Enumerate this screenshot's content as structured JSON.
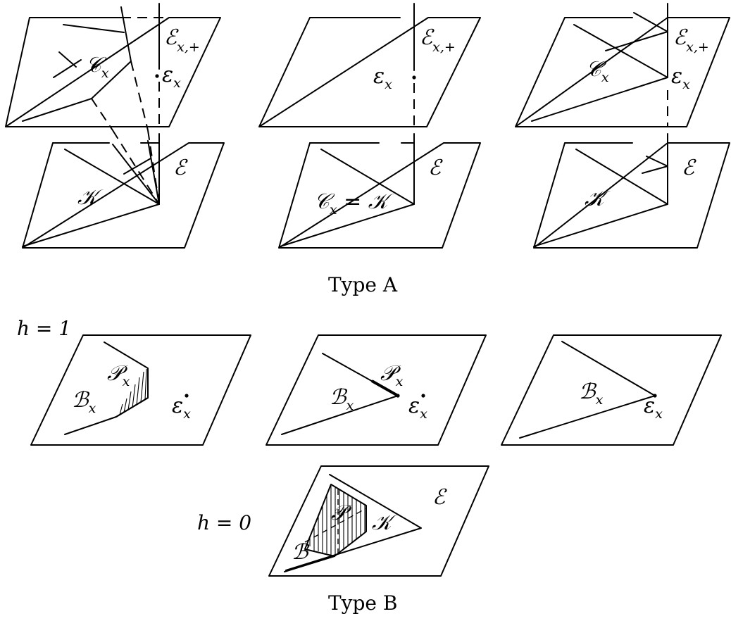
{
  "labels": {
    "E_x_plus": "ℰ",
    "E_x_plus_sub": "x,+",
    "eps_x": "ε",
    "eps_x_sub": "x",
    "C_x": "𝒞",
    "C_x_sub": "x",
    "E": "ℰ",
    "K": "𝒦",
    "C_x_eq_K_lhs": "𝒞",
    "C_x_eq_K_sub": "x",
    "C_x_eq_K_rhs": " = 𝒦",
    "B_x": "ℬ",
    "B_x_sub": "x",
    "P_x": "𝒫",
    "P_x_sub": "x",
    "B": "ℬ",
    "P": "𝒫"
  },
  "captions": {
    "type_a": "Type A",
    "type_b": "Type B",
    "h1": "h = 1",
    "h0": "h = 0"
  }
}
